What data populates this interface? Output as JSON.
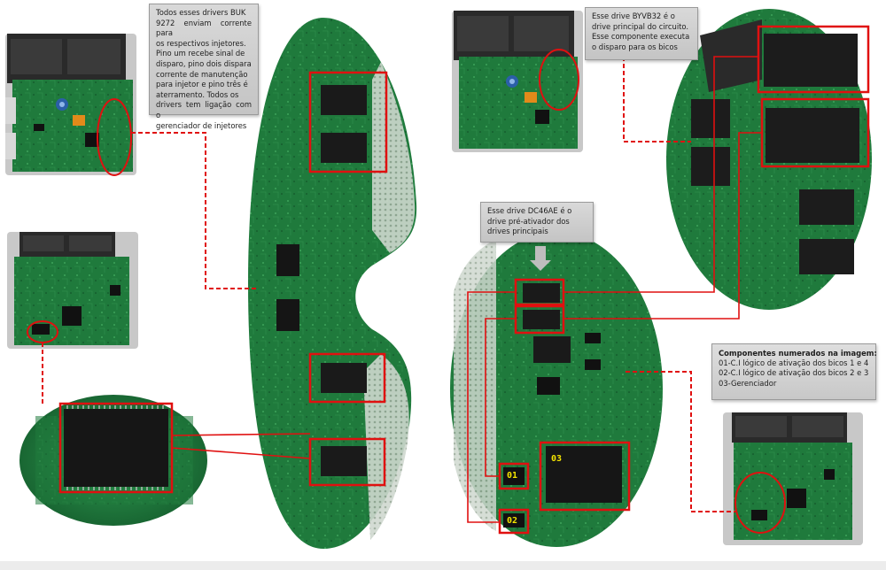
{
  "callouts": {
    "buk": {
      "lines": [
        "Todos esses drivers BUK",
        "9272 enviam corrente para",
        "os respectivos injetores.",
        "Pino um recebe sinal de",
        "disparo, pino dois dispara",
        "corrente de manutenção",
        "para injetor e pino três é",
        "aterramento.    Todos    os",
        "drivers tem ligação com o",
        "gerenciador de injetores"
      ]
    },
    "byv": {
      "lines": [
        "Esse drive BYVB32 é o",
        "drive principal do circuito.",
        "Esse componente executa",
        "o disparo para os bicos"
      ]
    },
    "dc46": {
      "lines": [
        "Esse drive DC46AE é o",
        "drive     pré-ativador     dos",
        "drives principais"
      ]
    }
  },
  "component_list": {
    "title": "Componentes numerados na imagem:",
    "items": [
      "01-C.I lógico de ativação dos bicos 1 e 4",
      "02-C.I lógico de ativação dos bicos 2 e 3",
      "03-Gerenciador"
    ]
  },
  "numbers": {
    "n01": "01",
    "n02": "02",
    "n03": "03"
  },
  "colors": {
    "pcb": "#1f7a3c",
    "pcb_dark": "#0f4a24",
    "highlight_red": "#e01010",
    "label_yellow": "#f5e500",
    "callout_bg": "#cccccc"
  }
}
